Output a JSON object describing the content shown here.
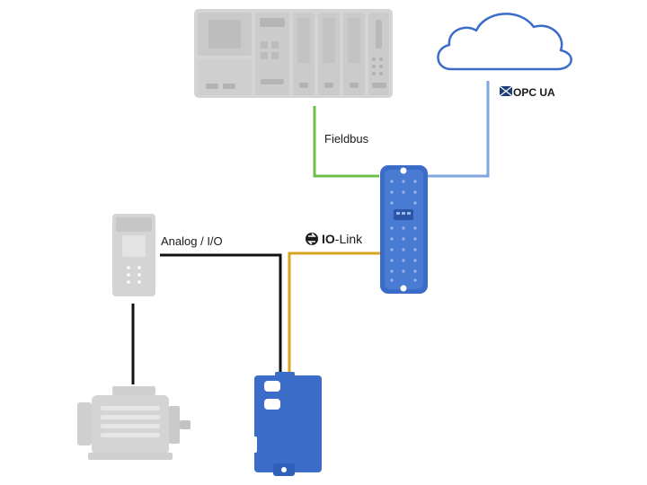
{
  "labels": {
    "fieldbus": "Fieldbus",
    "analog_io": "Analog / I/O",
    "io_link_prefix": "IO",
    "io_link_suffix": "-Link",
    "opc_ua": "OPC UA"
  },
  "colors": {
    "fieldbus_line": "#6cc04a",
    "cloud_line": "#7fa7dc",
    "iolink_line": "#d9a520",
    "analog_line": "#111111",
    "device_gray": "#d4d4d4",
    "device_dark": "#bdbdbd",
    "device_blue": "#3a6cc8"
  },
  "icons": {
    "plc": "plc-rack-icon",
    "cloud": "cloud-icon",
    "io_master": "io-link-master-icon",
    "analog_module": "analog-io-module-icon",
    "motor": "motor-icon",
    "sensor": "sensor-icon",
    "io_link_logo": "io-link-logo-icon",
    "opc_ua_logo": "opc-ua-logo-icon"
  }
}
